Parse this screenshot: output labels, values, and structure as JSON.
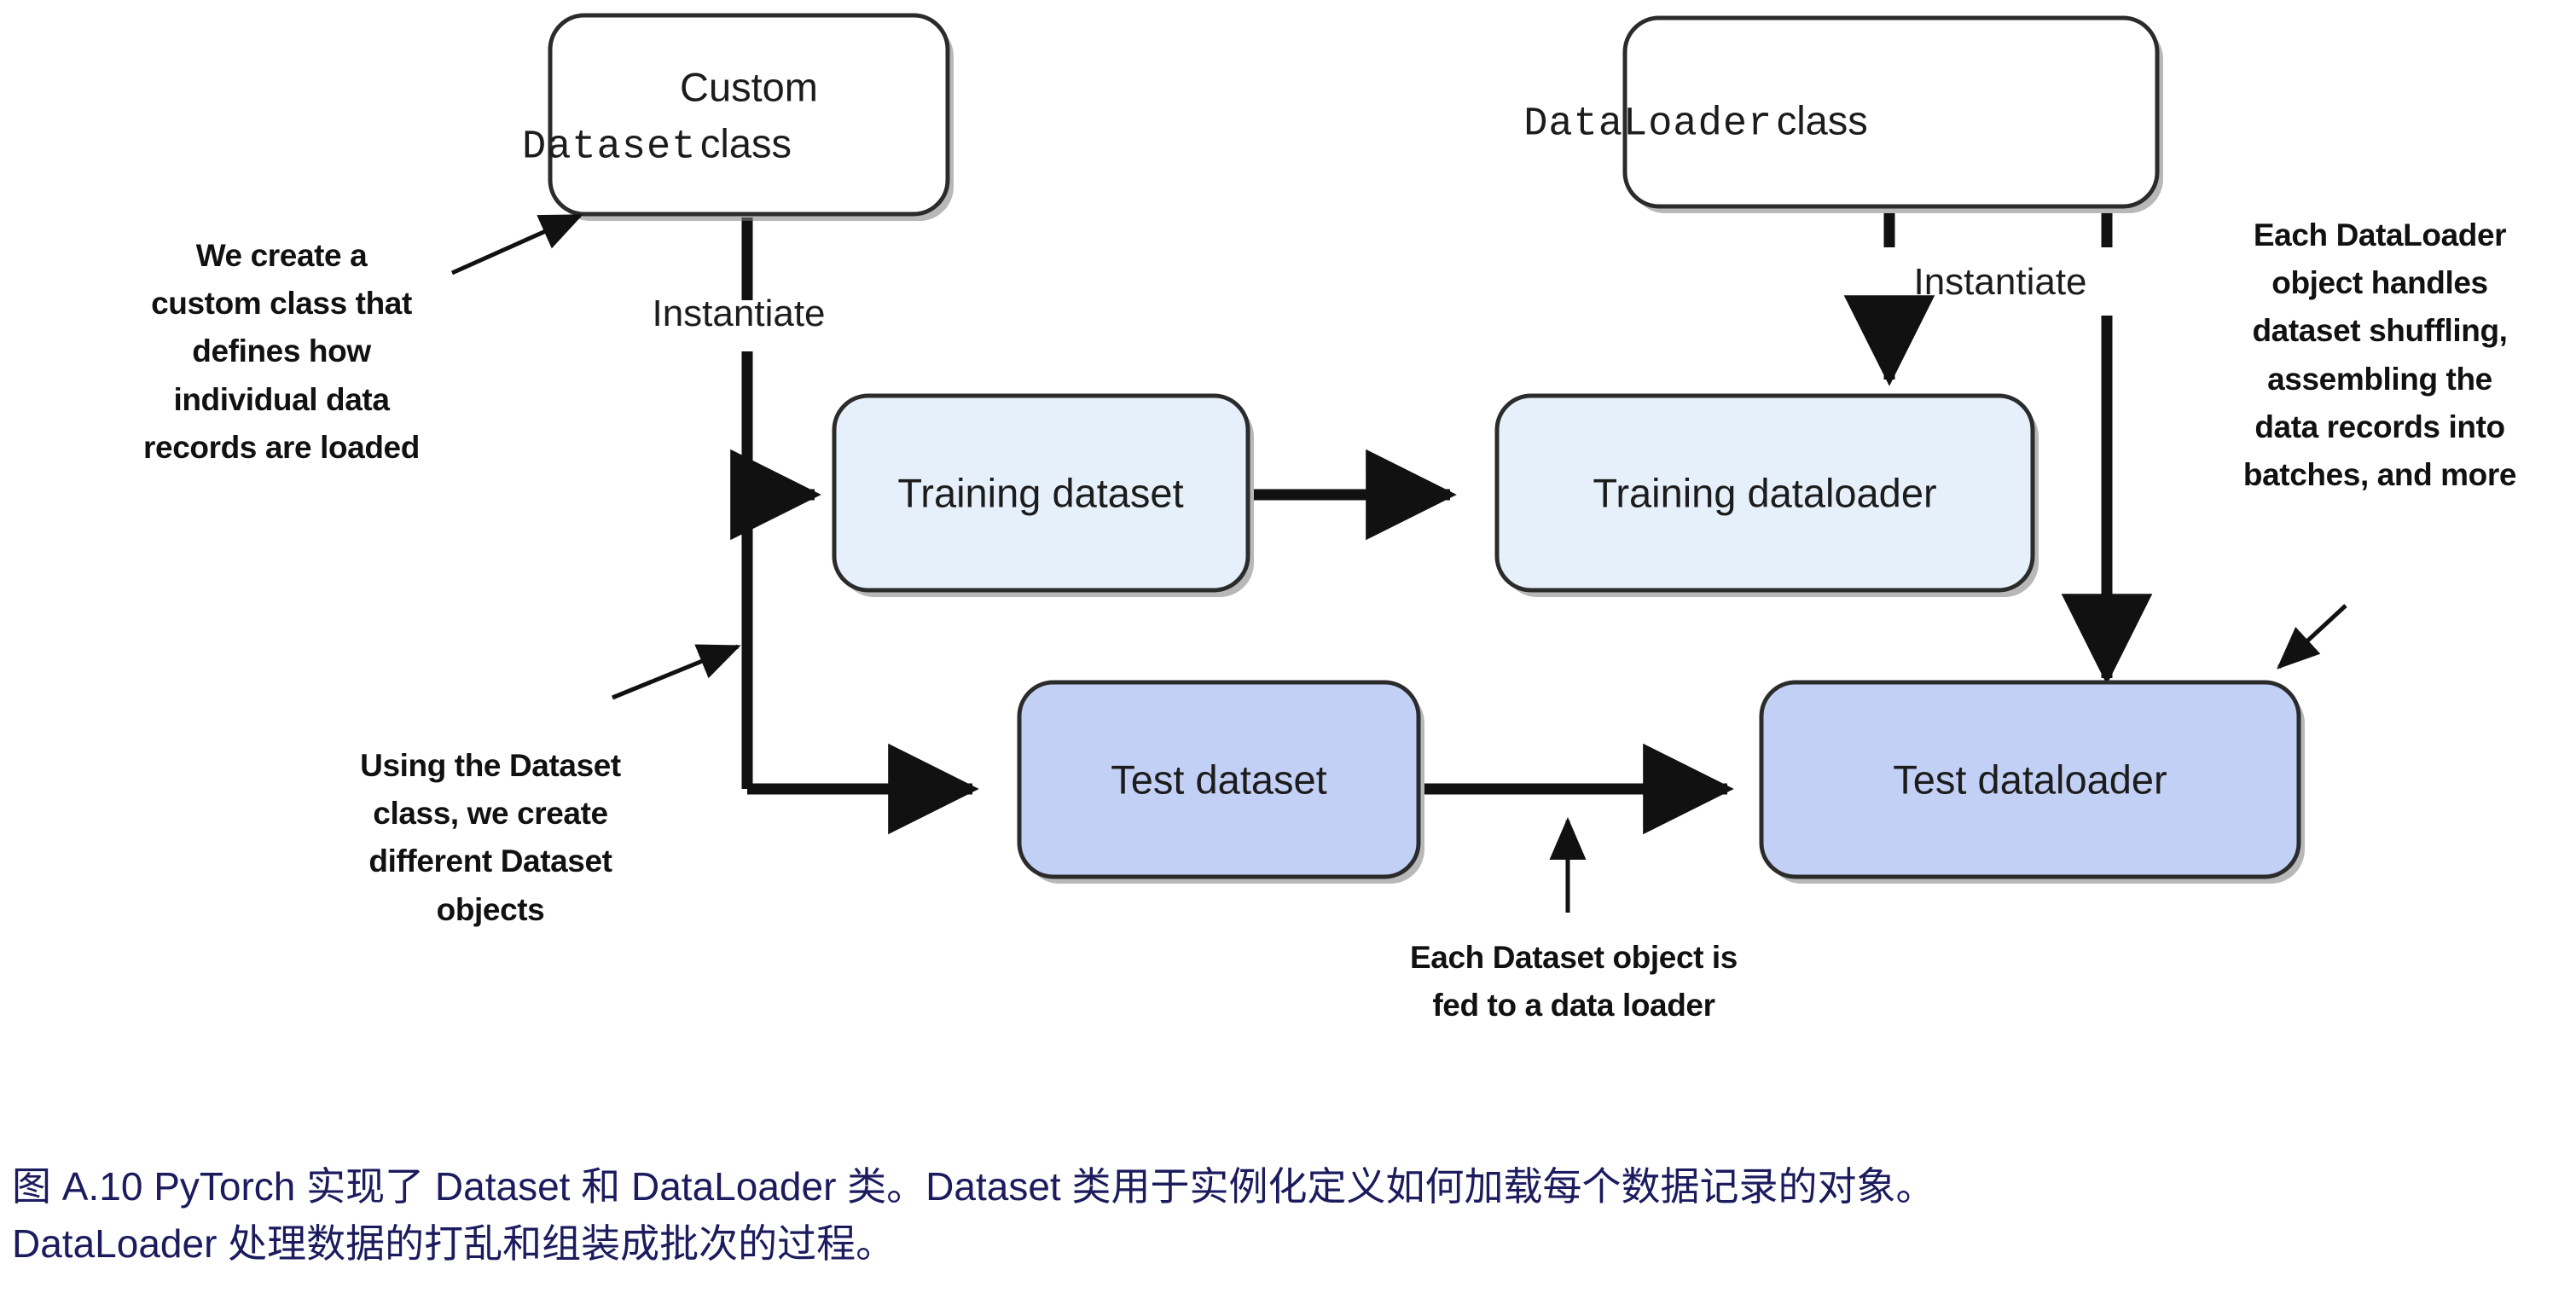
{
  "figure": {
    "id": "pytorch-dataset-dataloader-diagram",
    "background": "#ffffff"
  },
  "colors": {
    "box_stroke": "#2b2b2b",
    "box_fill_white": "#ffffff",
    "box_fill_light_blue": "#e6f0fa",
    "box_fill_medium_blue": "#c3d0f5",
    "line": "#111111",
    "text": "#1c1c1c",
    "caption_text": "#1b1b5e"
  },
  "nodes": {
    "custom_dataset_class": {
      "line1": "Custom",
      "line2_mono": "Dataset",
      "line2_plain": " class"
    },
    "dataloader_class": {
      "mono": "DataLoader",
      "plain": " class"
    },
    "training_dataset": {
      "label": "Training dataset"
    },
    "training_dataloader": {
      "label": "Training dataloader"
    },
    "test_dataset": {
      "label": "Test dataset"
    },
    "test_dataloader": {
      "label": "Test dataloader"
    }
  },
  "edges": {
    "instantiate_left": "Instantiate",
    "instantiate_right": "Instantiate"
  },
  "annotations": {
    "left_top": "We create a\ncustom class that\ndefines how\nindividual data\nrecords are loaded",
    "left_bottom": "Using the Dataset\nclass, we create\ndifferent Dataset\nobjects",
    "right": "Each DataLoader\nobject handles\ndataset shuffling,\nassembling the\ndata records into\nbatches, and more",
    "bottom": "Each Dataset object is\nfed to a data loader"
  },
  "caption": {
    "text": "图 A.10 PyTorch 实现了 Dataset 和 DataLoader 类。Dataset 类用于实例化定义如何加载每个数据记录的对象。\nDataLoader 处理数据的打乱和组装成批次的过程。"
  }
}
